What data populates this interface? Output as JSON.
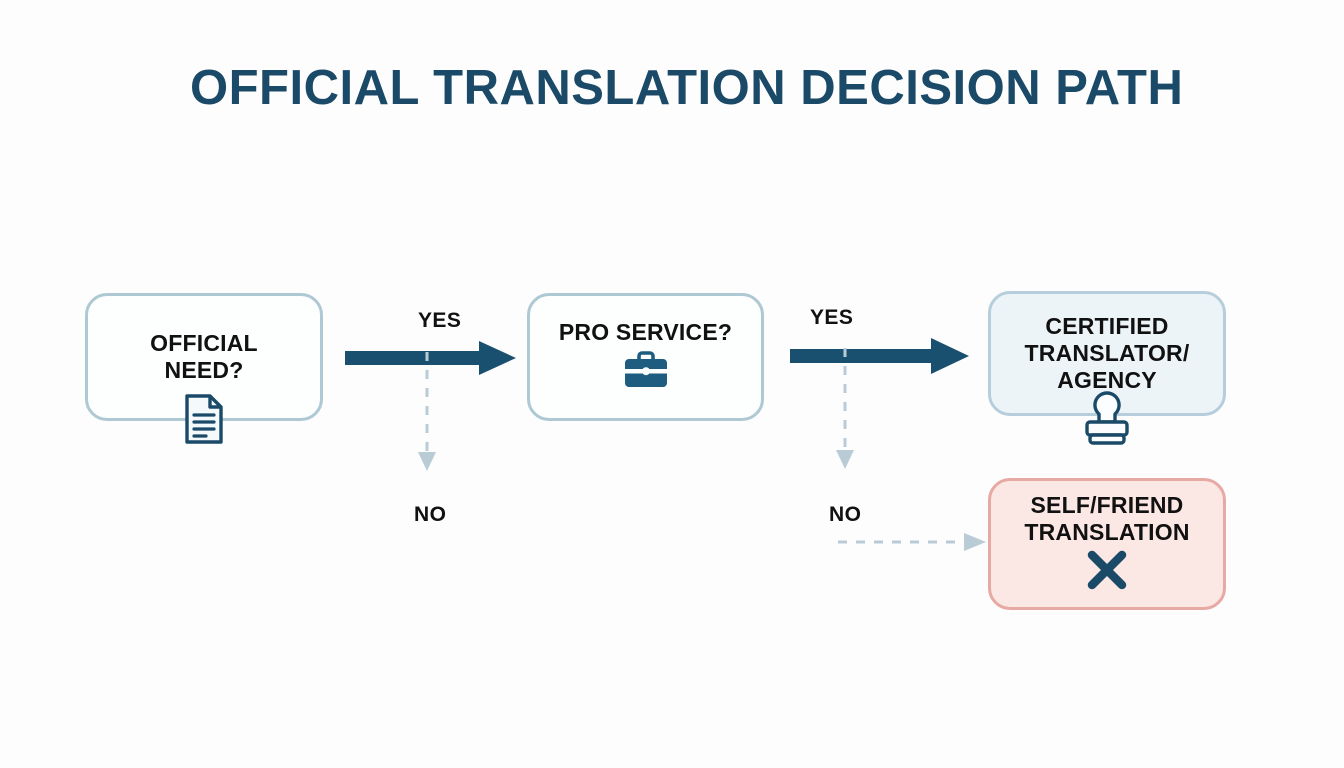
{
  "page": {
    "title": "OFFICIAL TRANSLATION DECISION PATH",
    "background_color": "#fdfdfd",
    "title_color": "#1b4a68"
  },
  "palette": {
    "navy": "#1b4a68",
    "arrow_solid": "#1a506f",
    "arrow_dashed": "#b9ccd6",
    "box_border_neutral": "#aec8d4",
    "box_border_positive": "#b6cedb",
    "box_fill_positive": "#edf4f8",
    "box_border_negative": "#e7a9a3",
    "box_fill_negative": "#fbe7e4",
    "text_dark": "#111111"
  },
  "nodes": [
    {
      "id": "official-need",
      "label": "OFFICIAL\nNEED?",
      "type": "question",
      "icon": "document-icon"
    },
    {
      "id": "pro-service",
      "label": "PRO SERVICE?",
      "type": "question",
      "icon": "briefcase-icon"
    },
    {
      "id": "certified",
      "label": "CERTIFIED\nTRANSLATOR/\nAGENCY",
      "type": "positive-outcome",
      "icon": "stamp-icon"
    },
    {
      "id": "self-friend",
      "label": "SELF/FRIEND\nTRANSLATION",
      "type": "negative-outcome",
      "icon": "cross-icon"
    }
  ],
  "edges": [
    {
      "id": "official-need-yes",
      "label": "YES",
      "from": "official-need",
      "to": "pro-service",
      "style": "solid",
      "direction": "right"
    },
    {
      "id": "official-need-no",
      "label": "NO",
      "from": "official-need",
      "to": null,
      "style": "dashed",
      "direction": "down"
    },
    {
      "id": "pro-service-yes",
      "label": "YES",
      "from": "pro-service",
      "to": "certified",
      "style": "solid",
      "direction": "right"
    },
    {
      "id": "pro-service-no",
      "label": "NO",
      "from": "pro-service",
      "to": "self-friend",
      "style": "dashed",
      "direction": "down-then-right"
    }
  ]
}
